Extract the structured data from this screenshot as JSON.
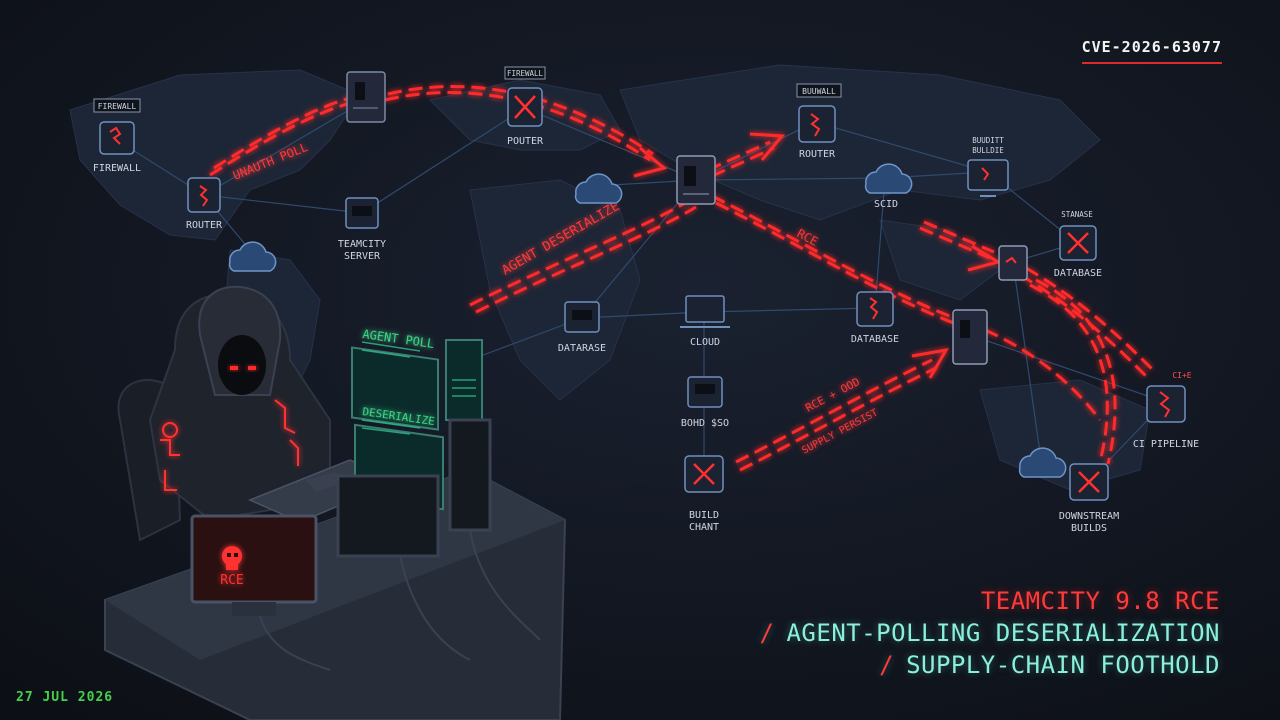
{
  "tag": {
    "cve_id": "CVE-2026-63077"
  },
  "headline": {
    "title": "TEAMCITY 9.8 RCE",
    "line2": "AGENT-POLLING DESERIALIZATION",
    "line3": "SUPPLY-CHAIN FOOTHOLD",
    "separator": "/"
  },
  "footer": {
    "date": "27 JUL 2026"
  },
  "arrow_labels": {
    "unauth_poll": "UNAUTH POLL",
    "agent_deserialize": "AGENT DESERIALIZE",
    "rce": "RCE",
    "rce_ood": "RCE + OOD",
    "supply_persist": "SUPPLY PERSIST"
  },
  "nodes": {
    "firewall_top_tag": "FIREWALL",
    "firewall_left": "FIREWALL",
    "router_left": "ROUTER",
    "teamcity_server": [
      "TEAMCITY",
      "SERVER"
    ],
    "firewall_top": "FIREWALL",
    "pouter": "POUTER",
    "router_top_right_tag": "BUUWALL",
    "router_top_right": "ROUTER",
    "divider_tag": [
      "BUUDITT",
      "BULLDIE"
    ],
    "scid": "SCID",
    "stanase_tag": "STANASE",
    "database_right": "DATABASE",
    "database_mid": "DATABASE",
    "cloud": "CLOUD",
    "datarase": "DATARASE",
    "bohd": "BOHD $SO",
    "build_chant": [
      "BUILD",
      "CHANT"
    ],
    "ci_tag": "CI+E",
    "ci_pipeline": "CI PIPELINE",
    "downstream": [
      "DOWNSTREAM",
      "BUILDS"
    ]
  },
  "screens": {
    "agent_poll": "AGENT POLL",
    "deserialize": "DESERIALIZE",
    "desk_monitor": "RCE"
  },
  "colors": {
    "background": "#11151d",
    "attack_red": "#ff2a2a",
    "node_blue": "#5f86c0",
    "terminal_green": "#3fdc8a",
    "headline_cyan": "#8af0dc",
    "date_green": "#45d24a"
  }
}
